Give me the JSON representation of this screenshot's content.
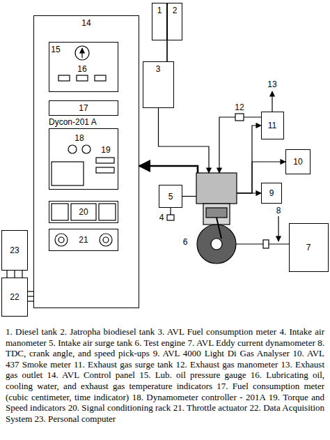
{
  "diagram": {
    "nodes": [
      {
        "text": [
          "1"
        ]
      },
      {
        "text": [
          "2"
        ]
      },
      {
        "text": [
          "14"
        ]
      },
      {
        "text": [
          "15",
          "16"
        ],
        "in": 2
      },
      {
        "text": [
          "17"
        ],
        "in": 2
      },
      {
        "text": [
          "Dycon-201 A",
          "18",
          "19"
        ],
        "in": 2
      },
      {
        "text": [
          "20"
        ],
        "in": 2
      },
      {
        "text": [
          "21"
        ],
        "in": 2
      },
      {
        "text": [
          "3"
        ]
      },
      {
        "text": [
          "11"
        ]
      },
      {
        "text": [
          "10"
        ]
      },
      {
        "text": [
          "5"
        ]
      },
      {
        "text": [
          "9"
        ]
      },
      {
        "text": [
          "6"
        ]
      },
      {
        "text": [
          "7"
        ]
      },
      {
        "text": [
          "23"
        ]
      },
      {
        "text": [
          "22"
        ]
      }
    ],
    "edges": [
      {
        "from": 0,
        "to": 8,
        "arrow": "none"
      },
      {
        "from": 1,
        "to": 8,
        "arrow": "none"
      },
      {
        "from": 8,
        "to": 13,
        "arrow": "to"
      },
      {
        "from": 13,
        "to": 2,
        "arrow": "to"
      },
      {
        "from": 11,
        "to": 13,
        "arrow": "none"
      },
      {
        "from": 13,
        "to": 9,
        "arrow": "to"
      },
      {
        "from": 13,
        "to": 10,
        "arrow": "to"
      },
      {
        "from": 13,
        "to": 12,
        "arrow": "to"
      },
      {
        "from": 9,
        "to": 13,
        "arrow": "to"
      },
      {
        "from": 13,
        "to": 14,
        "arrow": "none"
      },
      {
        "from": 2,
        "to": 16,
        "arrow": "none"
      },
      {
        "from": 16,
        "to": 15,
        "arrow": "none"
      }
    ],
    "labels": [
      "4",
      "8",
      "12",
      "13",
      "1. Diesel tank",
      "2. Jatropha biodiesel tank",
      "3. AVL Fuel consumption meter",
      "4. Intake air manometer",
      "5. Intake air surge tank",
      "6. Test engine",
      "7. AVL Eddy current dynamometer",
      "8. TDC, crank angle, and speed pick-ups",
      "9. AVL 4000 Light Di Gas Analyser",
      "10. AVL 437 Smoke meter",
      "11. Exhaust gas surge tank",
      "12. Exhaust gas manometer",
      "13. Exhaust gas outlet",
      "14. AVL Control panel",
      "15. Lub. oil pressure gauge",
      "16. Lubricating oil, cooling water, and exhaust gas temperature indicators",
      "17. Fuel consumption meter (cubic centimeter, time indicator)",
      "18. Dynamometer controller - 201A",
      "19. Torque and Speed indicators",
      "20. Signal conditioning rack",
      "21. Throttle actuator",
      "22. Data Acquisition System",
      "23. Personal computer"
    ]
  }
}
